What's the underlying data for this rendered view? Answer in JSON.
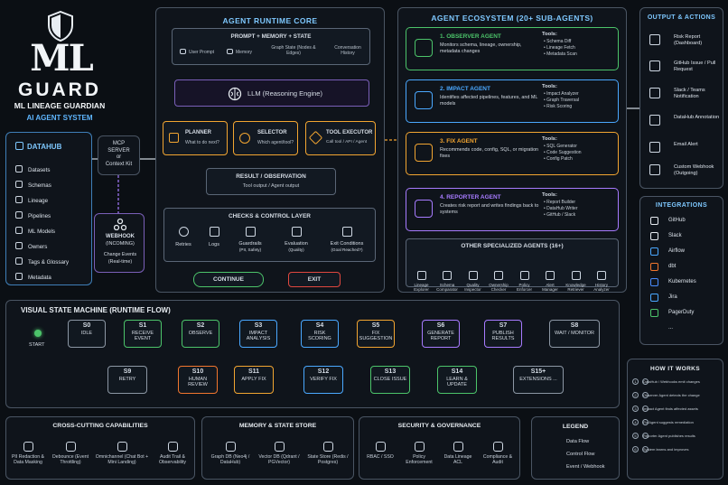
{
  "brand": {
    "mark": "ML",
    "word": "GUARD",
    "product": "ML LINEAGE GUARDIAN",
    "subtitle": "AI AGENT SYSTEM"
  },
  "datahub": {
    "title": "DATAHUB",
    "items": [
      "Datasets",
      "Schemas",
      "Lineage",
      "Pipelines",
      "ML Models",
      "Owners",
      "Tags & Glossary",
      "Metadata"
    ]
  },
  "mcp": {
    "line1": "MCP",
    "line2": "SERVER",
    "line3": "or",
    "line4": "Context Kit"
  },
  "webhook": {
    "title": "WEBHOOK",
    "sub": "(INCOMING)",
    "desc1": "Change Events",
    "desc2": "(Real-time)"
  },
  "core": {
    "title": "AGENT RUNTIME CORE",
    "prompt_title": "PROMPT + MEMORY + STATE",
    "prompt_items": [
      "User Prompt",
      "Memory",
      "Graph State (Nodes & Edges)",
      "Conversation History"
    ],
    "llm": "LLM (Reasoning Engine)",
    "planner": {
      "t": "PLANNER",
      "d": "What to do next?"
    },
    "selector": {
      "t": "SELECTOR",
      "d": "Which agent/tool?"
    },
    "executor": {
      "t": "TOOL EXECUTOR",
      "d": "Call tool / API / Agent"
    },
    "result": {
      "t": "RESULT / OBSERVATION",
      "d": "Tool output / Agent output"
    },
    "checks_title": "CHECKS & CONTROL LAYER",
    "checks": [
      {
        "t": "Retries",
        "d": ""
      },
      {
        "t": "Logs",
        "d": ""
      },
      {
        "t": "Guardrails",
        "d": "(PII, Safety)"
      },
      {
        "t": "Evaluation",
        "d": "(Quality)"
      },
      {
        "t": "Exit Conditions",
        "d": "(Goal Reached?)"
      }
    ],
    "continue": "CONTINUE",
    "exit": "EXIT"
  },
  "eco": {
    "title": "AGENT ECOSYSTEM (20+ SUB-AGENTS)",
    "tools_label": "Tools:",
    "agents": [
      {
        "h": "1. OBSERVER AGENT",
        "d": "Monitors schema, lineage, ownership, metadata changes",
        "tools": [
          "Schema Diff",
          "Lineage Fetch",
          "Metadata Scan"
        ],
        "color": "#4cc46a"
      },
      {
        "h": "2. IMPACT AGENT",
        "d": "Identifies affected pipelines, features, and ML models",
        "tools": [
          "Impact Analyzer",
          "Graph Traversal",
          "Risk Scoring"
        ],
        "color": "#4aa8ff"
      },
      {
        "h": "3. FIX AGENT",
        "d": "Recommends code, config, SQL, or migration fixes",
        "tools": [
          "SQL Generator",
          "Code Suggestion",
          "Config Patch"
        ],
        "color": "#f2a531"
      },
      {
        "h": "4. REPORTER AGENT",
        "d": "Creates risk report and writes findings back to systems",
        "tools": [
          "Report Builder",
          "DataHub Writer",
          "GitHub / Slack"
        ],
        "color": "#a77bff"
      }
    ],
    "others_title": "OTHER SPECIALIZED AGENTS (16+)",
    "others": [
      "Lineage Explorer",
      "Schema Comparator",
      "Quality Inspector",
      "Ownership Checker",
      "Policy Enforcer",
      "Alert Manager",
      "Knowledge Retriever",
      "History Analyzer"
    ]
  },
  "outputs": {
    "title": "OUTPUT & ACTIONS",
    "items": [
      "Risk Report (Dashboard)",
      "GitHub Issue / Pull Request",
      "Slack / Teams Notification",
      "DataHub Annotation",
      "Email Alert",
      "Custom Webhook (Outgoing)"
    ]
  },
  "integrations": {
    "title": "INTEGRATIONS",
    "items": [
      "GitHub",
      "Slack",
      "Airflow",
      "dbt",
      "Kubernetes",
      "Jira",
      "PagerDuty",
      "..."
    ]
  },
  "howit": {
    "title": "HOW IT WORKS",
    "steps": [
      "DataHub / Webhooks emit changes",
      "Observer Agent detects the change",
      "Impact Agent finds affected assets",
      "Fix Agent suggests remediation",
      "Reporter Agent publishes results",
      "System learns and improves"
    ]
  },
  "vsm": {
    "title": "VISUAL STATE MACHINE (RUNTIME FLOW)",
    "start": "START",
    "top": [
      {
        "id": "S0",
        "l": "IDLE"
      },
      {
        "id": "S1",
        "l": "RECEIVE EVENT"
      },
      {
        "id": "S2",
        "l": "OBSERVE"
      },
      {
        "id": "S3",
        "l": "IMPACT ANALYSIS"
      },
      {
        "id": "S4",
        "l": "RISK SCORING"
      },
      {
        "id": "S5",
        "l": "FIX SUGGESTION"
      },
      {
        "id": "S6",
        "l": "GENERATE REPORT"
      },
      {
        "id": "S7",
        "l": "PUBLISH RESULTS"
      },
      {
        "id": "S8",
        "l": "WAIT / MONITOR"
      }
    ],
    "bottom": [
      {
        "id": "S9",
        "l": "RETRY"
      },
      {
        "id": "S10",
        "l": "HUMAN REVIEW"
      },
      {
        "id": "S11",
        "l": "APPLY FIX"
      },
      {
        "id": "S12",
        "l": "VERIFY FIX"
      },
      {
        "id": "S13",
        "l": "CLOSE ISSUE"
      },
      {
        "id": "S14",
        "l": "LEARN & UPDATE"
      },
      {
        "id": "S15+",
        "l": "EXTENSIONS ..."
      }
    ]
  },
  "cross": {
    "title": "CROSS-CUTTING CAPABILITIES",
    "items": [
      "PII Redaction & Data Masking",
      "Debounce (Event Throttling)",
      "Omnichannel (Chat Bot + Mini Landing)",
      "Audit Trail & Observability"
    ]
  },
  "memory": {
    "title": "MEMORY & STATE STORE",
    "items": [
      "Graph DB (Neo4j / DataHub)",
      "Vector DB (Qdrant / PGVector)",
      "State Store (Redis / Postgres)"
    ]
  },
  "security": {
    "title": "SECURITY & GOVERNANCE",
    "items": [
      "RBAC / SSO",
      "Policy Enforcement",
      "Data Lineage ACL",
      "Compliance & Audit"
    ]
  },
  "legend": {
    "title": "LEGEND",
    "items": [
      "Data Flow",
      "Control Flow",
      "Event / Webhook"
    ]
  }
}
